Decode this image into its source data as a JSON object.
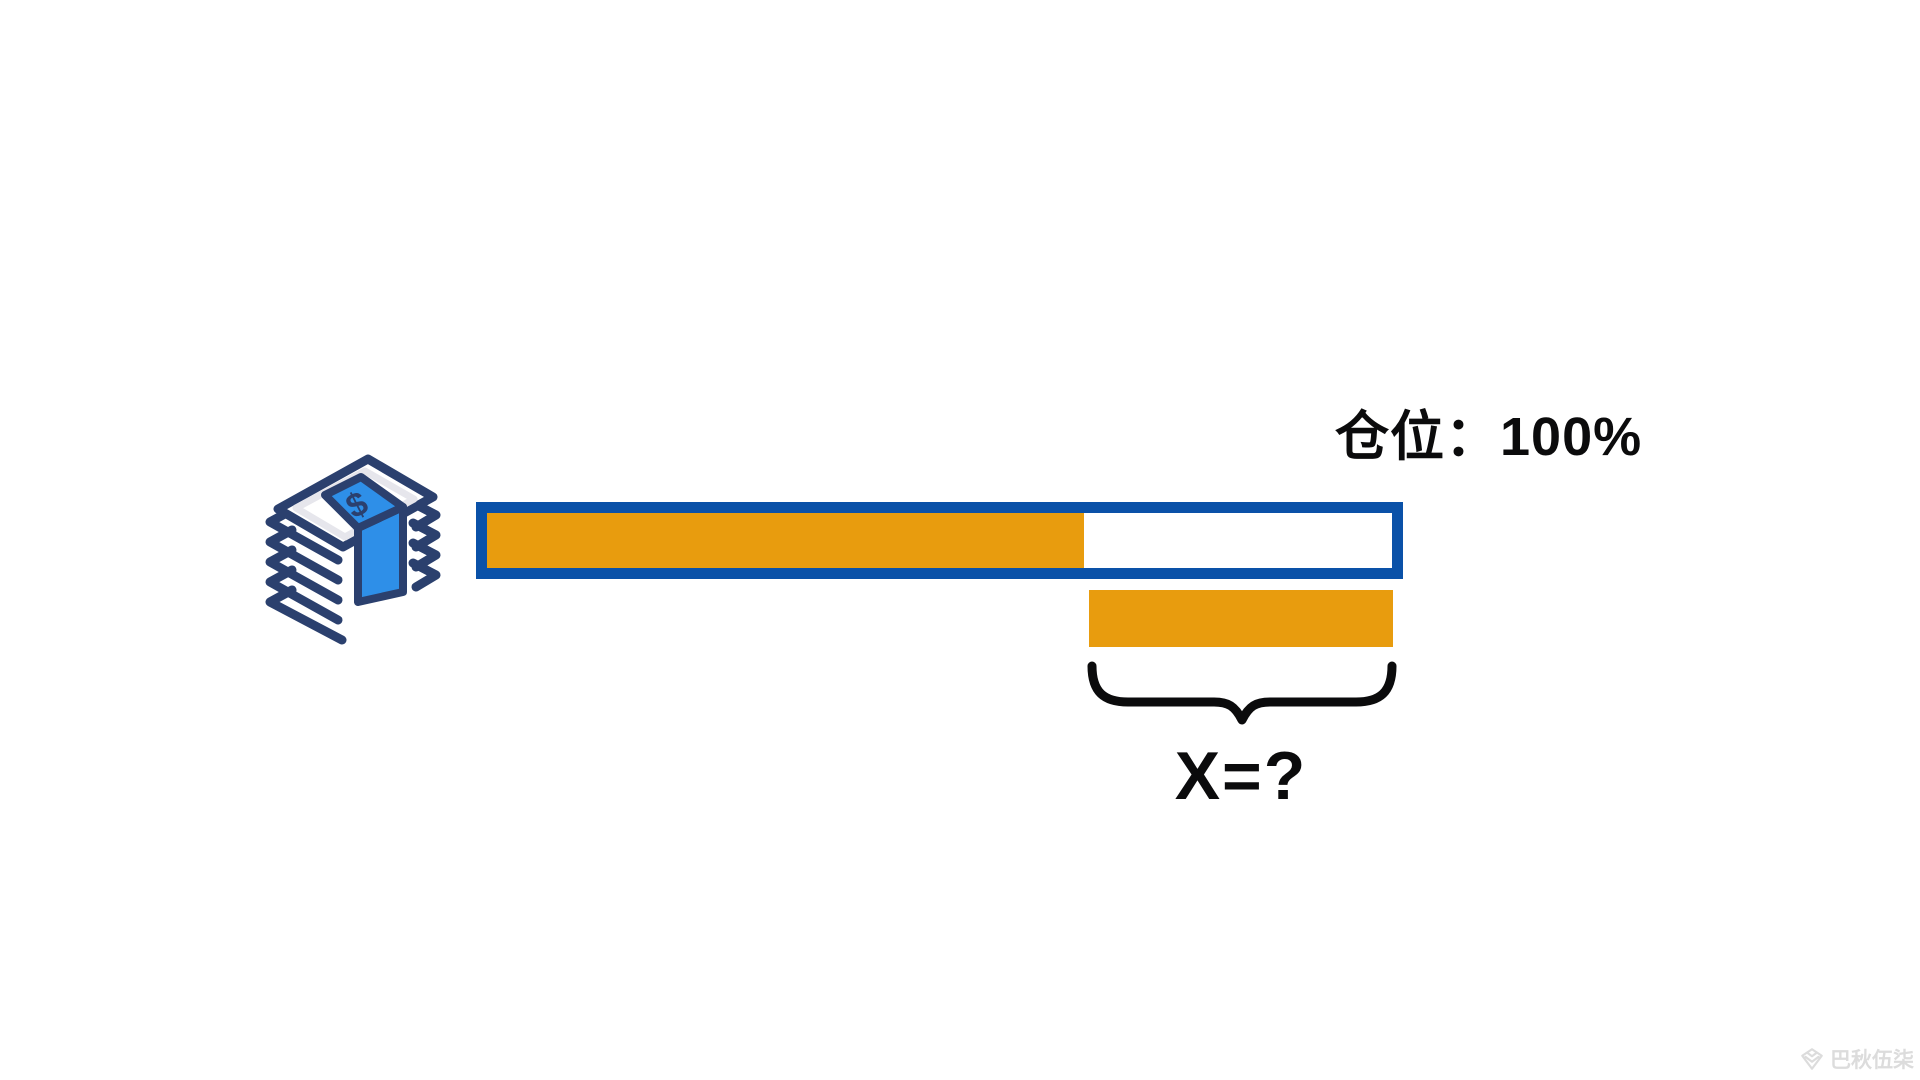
{
  "colors": {
    "bar_blue": "#0A51A8",
    "orange": "#E89C0E",
    "icon_navy": "#2B406E",
    "icon_blue": "#2E8FE8",
    "icon_gray": "#E6E6EC",
    "text": "#0B0B0C",
    "watermark": "#DCDCDC"
  },
  "header": {
    "position_label": "仓位：100%"
  },
  "progress_bar": {
    "fill_percent": 66,
    "total_percent": 100,
    "fill_color": "#E89C0E",
    "border_color": "#0A51A8"
  },
  "unknown_segment": {
    "label": "X=?"
  },
  "icon": {
    "name": "money-stack",
    "currency_symbol": "$"
  },
  "watermark": {
    "text": "巴秋伍柒"
  }
}
